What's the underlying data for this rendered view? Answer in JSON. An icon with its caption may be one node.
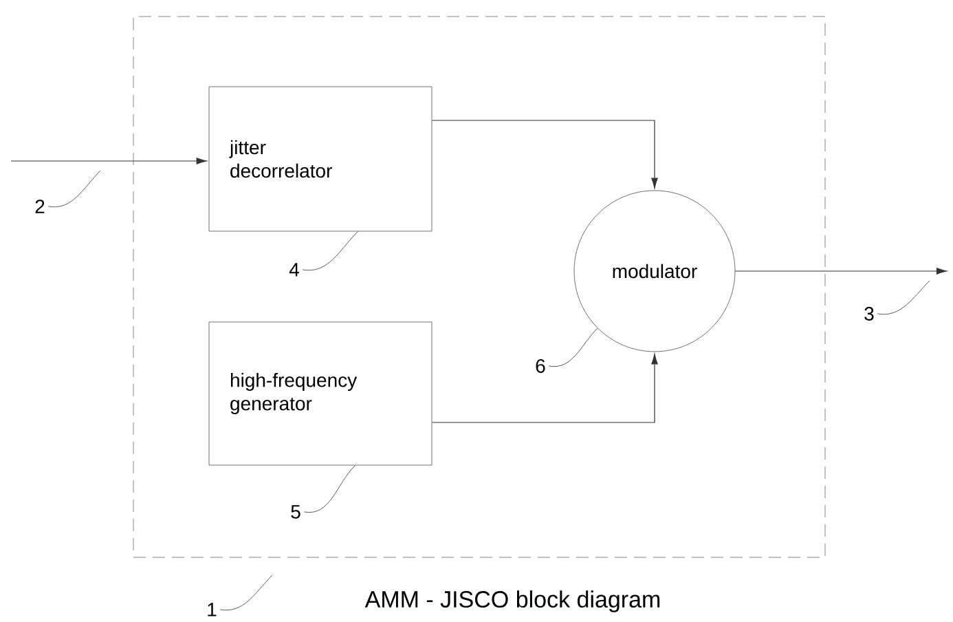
{
  "diagram": {
    "caption": "AMM - JISCO block diagram",
    "nodes": [
      {
        "text": [],
        "shape": "box"
      },
      {
        "text": [
          "jitter decorrelator"
        ],
        "in": 0
      },
      {
        "text": [
          "high-frequency generator"
        ],
        "in": 0
      },
      {
        "text": [
          "modulator"
        ],
        "in": 0
      },
      {
        "text": [
          "1"
        ]
      },
      {
        "text": [
          "2"
        ]
      },
      {
        "text": [
          "3"
        ]
      },
      {
        "text": [
          "4"
        ],
        "in": 0
      },
      {
        "text": [
          "5"
        ],
        "in": 0
      },
      {
        "text": [
          "6"
        ],
        "in": 0
      }
    ],
    "edges": [
      {
        "from": null,
        "to": 1,
        "arrow": "to"
      },
      {
        "from": 1,
        "to": 3,
        "arrow": "to"
      },
      {
        "from": 2,
        "to": 3,
        "arrow": "to"
      },
      {
        "from": 3,
        "to": null,
        "arrow": "to"
      },
      {
        "from": 4,
        "to": 0,
        "arrow": "none"
      },
      {
        "from": 5,
        "to": null,
        "arrow": "none"
      },
      {
        "from": 6,
        "to": null,
        "arrow": "none"
      },
      {
        "from": 7,
        "to": 1,
        "arrow": "none"
      },
      {
        "from": 8,
        "to": 2,
        "arrow": "none"
      },
      {
        "from": 9,
        "to": 3,
        "arrow": "none"
      }
    ]
  }
}
